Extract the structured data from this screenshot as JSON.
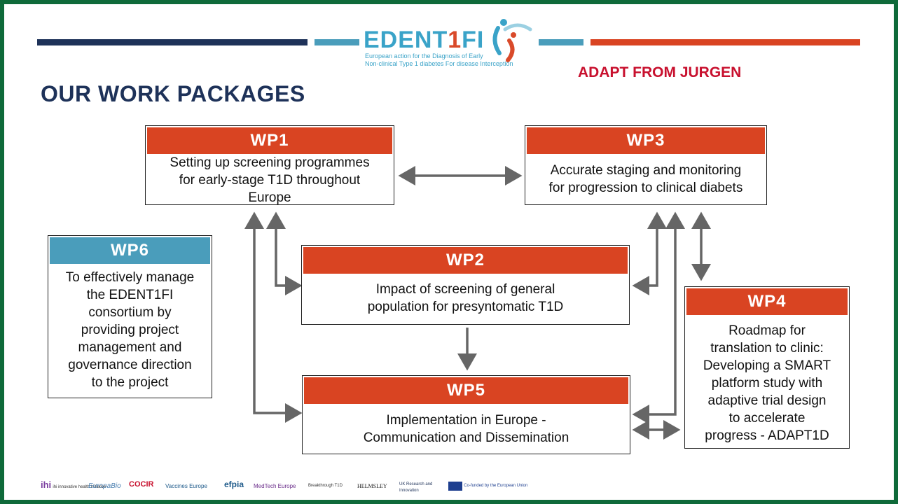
{
  "header": {
    "logo_word_a": "EDENT",
    "logo_word_b": "1",
    "logo_word_c": "FI",
    "logo_tagline_1": "European action for the Diagnosis of Early",
    "logo_tagline_2": "Non-clinical Type 1 diabetes For disease Interception",
    "adapt_note": "ADAPT FROM JURGEN"
  },
  "title": "OUR WORK PACKAGES",
  "colors": {
    "navy": "#1e3259",
    "teal": "#4a9dbb",
    "orange": "#d94422",
    "red_note": "#c8102e",
    "arrow": "#666666"
  },
  "wp": {
    "wp1": {
      "title": "WP1",
      "text": [
        "Setting up screening programmes",
        "for early-stage T1D throughout",
        "Europe"
      ]
    },
    "wp2": {
      "title": "WP2",
      "text": [
        "Impact of screening of general",
        "population for presyntomatic T1D"
      ]
    },
    "wp3": {
      "title": "WP3",
      "text": [
        "Accurate staging and monitoring",
        "for progression to clinical diabets"
      ]
    },
    "wp4": {
      "title": "WP4",
      "text": [
        "Roadmap for",
        "translation to clinic:",
        "Developing a SMART",
        "platform study with",
        "adaptive trial design",
        "to accelerate",
        "progress - ADAPT1D"
      ]
    },
    "wp5": {
      "title": "WP5",
      "text": [
        "Implementation in Europe -",
        "Communication and Dissemination"
      ]
    },
    "wp6": {
      "title": "WP6",
      "text": [
        "To effectively manage",
        "the EDENT1FI",
        "consortium by",
        "providing project",
        "management and",
        "governance direction",
        "to the project"
      ]
    }
  },
  "footer": {
    "logos": [
      {
        "name": "ihi-logo",
        "label": "ihi innovative health initiative"
      },
      {
        "name": "europabio-logo",
        "label": "EuropaBio"
      },
      {
        "name": "cocir-logo",
        "label": "COCIR"
      },
      {
        "name": "vaccines-europe-logo",
        "label": "Vaccines Europe"
      },
      {
        "name": "efpia-logo",
        "label": "efpia"
      },
      {
        "name": "medtech-europe-logo",
        "label": "MedTech Europe"
      },
      {
        "name": "breakthrough-t1d-logo",
        "label": "Breakthrough T1D"
      },
      {
        "name": "helmsley-logo",
        "label": "HELMSLEY"
      },
      {
        "name": "ukri-logo",
        "label": "UK Research and Innovation"
      },
      {
        "name": "eu-logo",
        "label": "Co-funded by the European Union"
      }
    ]
  }
}
